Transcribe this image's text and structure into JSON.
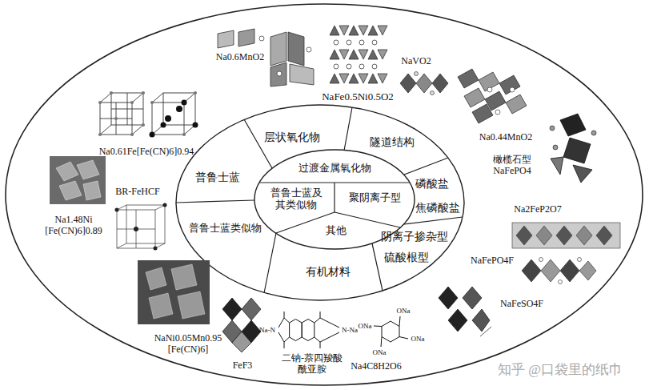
{
  "diagram": {
    "nodes": [
      {
        "text": [
          "层状氧化物"
        ]
      },
      {
        "text": [
          "隧道结构"
        ]
      },
      {
        "text": [
          "普鲁士蓝"
        ]
      },
      {
        "text": [
          "过渡金属氧化物"
        ]
      },
      {
        "text": [
          "普鲁士蓝及其类似物"
        ]
      },
      {
        "text": [
          "聚阴离子型"
        ]
      },
      {
        "text": [
          "磷酸盐"
        ]
      },
      {
        "text": [
          "焦磷酸盐"
        ]
      },
      {
        "text": [
          "普鲁士蓝类似物"
        ]
      },
      {
        "text": [
          "其他"
        ]
      },
      {
        "text": [
          "阴离子掺杂型"
        ]
      },
      {
        "text": [
          "硫酸根型"
        ]
      },
      {
        "text": [
          "有机材料"
        ]
      }
    ],
    "labels": [
      "Na0.61Fe[Fe(CN)6]0.94",
      "Na0.6MnO2",
      "NaFe0.5Ni0.5O2",
      "NaVO2",
      "Na0.44MnO2",
      "橄榄石型 NaFePO4",
      "Na2FeP2O7",
      "NaFePO4F",
      "NaFeSO4F",
      "Na4C8H2O6",
      "二钠-萘四羧酸酰亚胺",
      "FeF3",
      "NaNi0.05Mn0.95 [Fe(CN)6]",
      "Na1.48Ni [Fe(CN)6]0.89",
      "BR-FeHCF",
      "Na-N",
      "N-Na",
      "ONa",
      "ONa",
      "ONa",
      "ONa",
      "知乎 @口袋里的纸巾"
    ]
  }
}
